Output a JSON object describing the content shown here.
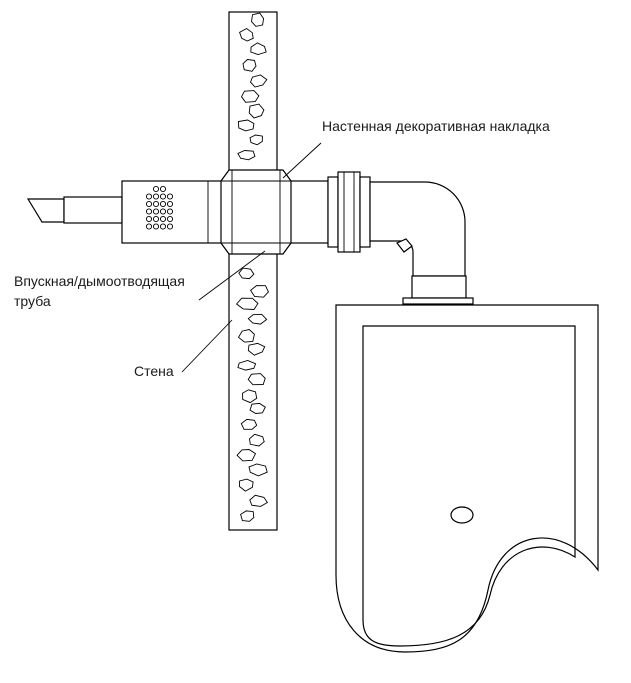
{
  "labels": {
    "wall_trim": "Настенная декоративная накладка",
    "pipe_line1": "Впускная/дымоотводящая",
    "pipe_line2": "труба",
    "wall": "Стена"
  },
  "colors": {
    "stroke": "#000000",
    "background": "#ffffff",
    "text": "#1a1a1a"
  }
}
